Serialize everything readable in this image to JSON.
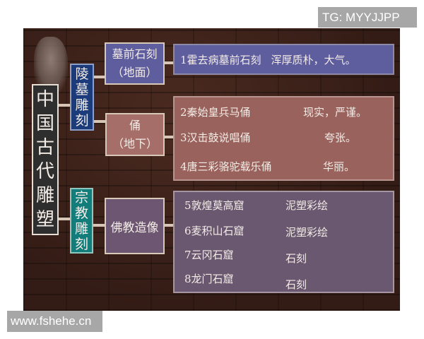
{
  "watermarks": {
    "top_right": "TG: MYYJJPP",
    "bottom_left": "www.fshehe.cn"
  },
  "colors": {
    "root": "#2f2e2e",
    "tomb_category": "#1c3b7a",
    "religious_category": "#137d7c",
    "ground_node": "#5e5d9e",
    "underground_node": "#a56e68",
    "buddhist_node": "#6c5672",
    "background": "#3a2119"
  },
  "root": {
    "label": "中国古代雕塑",
    "chars": [
      "中",
      "国",
      "古",
      "代",
      "雕",
      "塑"
    ]
  },
  "categories": {
    "tomb": {
      "label": "陵墓雕刻",
      "chars": [
        "陵",
        "墓",
        "雕",
        "刻"
      ]
    },
    "religious": {
      "label": "宗教雕刻",
      "chars": [
        "宗",
        "教",
        "雕",
        "刻"
      ]
    }
  },
  "nodes": {
    "ground": {
      "line1": "墓前石刻",
      "line2": "（地面）"
    },
    "underground": {
      "line1": "俑",
      "line2": "（地下）"
    },
    "buddhist": {
      "label": "佛教造像"
    }
  },
  "details": {
    "ground": [
      {
        "item": "1霍去病墓前石刻",
        "note": "浑厚质朴，大气。"
      }
    ],
    "underground": [
      {
        "item": "2秦始皇兵马俑",
        "note": "现实，严谨。"
      },
      {
        "item": "3汉击鼓说唱俑",
        "note": "夸张。"
      },
      {
        "item": "4唐三彩骆驼载乐俑",
        "note": "华丽。"
      }
    ],
    "buddhist": [
      {
        "item": "5敦煌莫高窟",
        "note": "泥塑彩绘"
      },
      {
        "item": "6麦积山石窟",
        "note": "泥塑彩绘"
      },
      {
        "item": "7云冈石窟",
        "note": "石刻"
      },
      {
        "item": "8龙门石窟",
        "note": "石刻"
      }
    ]
  }
}
